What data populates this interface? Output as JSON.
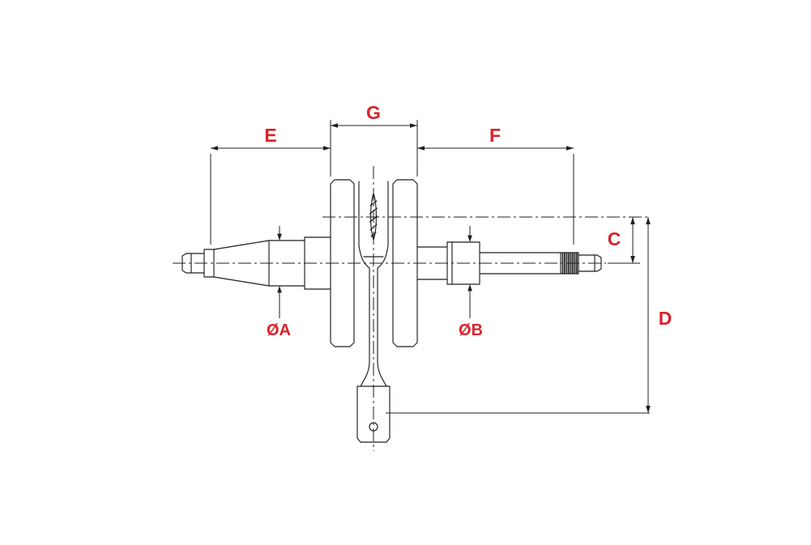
{
  "diagram": {
    "kind": "technical-drawing",
    "subject": "crankshaft dimensional diagram",
    "accent_color": "#d8232a",
    "line_color": "#1f1f1f",
    "labels": {
      "e": "E",
      "g": "G",
      "f": "F",
      "c": "C",
      "d": "D",
      "dia_a": "ØA",
      "dia_b": "ØB"
    }
  }
}
